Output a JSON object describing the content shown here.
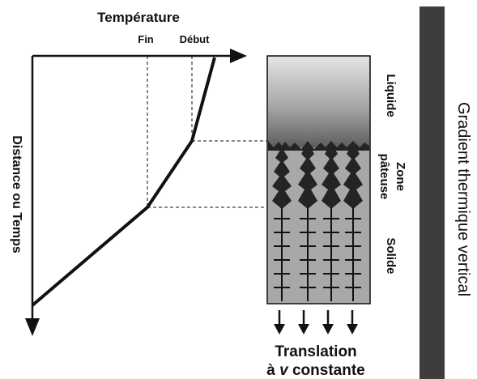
{
  "diagram": {
    "axis_temperature": "Température",
    "axis_distance_time": "Distance ou Temps",
    "marker_fin": "Fin",
    "marker_debut": "Début",
    "zone_liquid": "Liquide",
    "zone_mushy_line1": "Zone",
    "zone_mushy_line2": "pâteuse",
    "zone_solid": "Solide",
    "translation_line1": "Translation",
    "translation_line2_prefix": "à",
    "translation_line2_v": "v",
    "translation_line2_suffix": "constante",
    "gradient_label": "Gradient thermique vertical"
  },
  "colors": {
    "liquid_top": "#e3e3e3",
    "liquid_bottom": "#6e6e6e",
    "solid_fill": "#a9a9a9",
    "dendrite": "#242424",
    "gradient_bar": "#3d3d3d",
    "line": "#111111"
  }
}
